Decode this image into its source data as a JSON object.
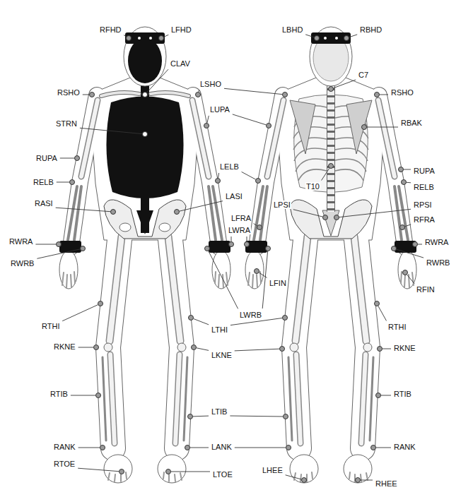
{
  "diagram": {
    "labels": [
      "RFHD",
      "LFHD",
      "LBHD",
      "RBHD",
      "CLAV",
      "C7",
      "LSHO",
      "RSHO",
      "RSHO",
      "LUPA",
      "STRN",
      "RBAK",
      "RUPA",
      "LELB",
      "RUPA",
      "RELB",
      "RELB",
      "RASI",
      "LASI",
      "LPSI",
      "RPSI",
      "T10",
      "LFRA",
      "RFRA",
      "LWRA",
      "RWRA",
      "RWRA",
      "RWRB",
      "RWRB",
      "LFIN",
      "RFIN",
      "LWRB",
      "RTHI",
      "LTHI",
      "RTHI",
      "RKNE",
      "RKNE",
      "LKNE",
      "RTIB",
      "RTIB",
      "LTIB",
      "RANK",
      "LANK",
      "RANK",
      "RTOE",
      "LHEE",
      "LTOE",
      "RHEE"
    ]
  }
}
